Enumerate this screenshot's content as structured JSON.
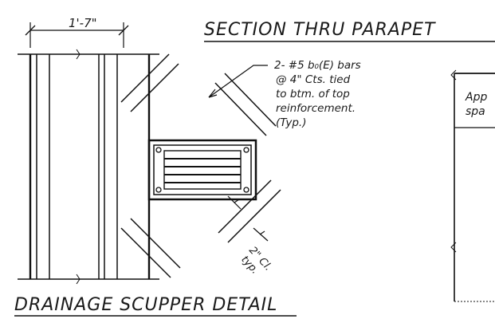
{
  "drawing": {
    "parapet_section_title": "SECTION THRU PARAPET",
    "detail_title": "DRAINAGE SCUPPER DETAIL",
    "dimension_width": "1'-7\"",
    "bar_note_lines": [
      "2- #5 b₀(E) bars",
      "@ 4\" Cts. tied",
      "to btm. of top",
      "reinforcement.",
      "(Typ.)"
    ],
    "clearance_note_value": "2\" Cl.",
    "clearance_note_typ": "typ.",
    "side_note_lines": [
      "App",
      "spa"
    ]
  }
}
